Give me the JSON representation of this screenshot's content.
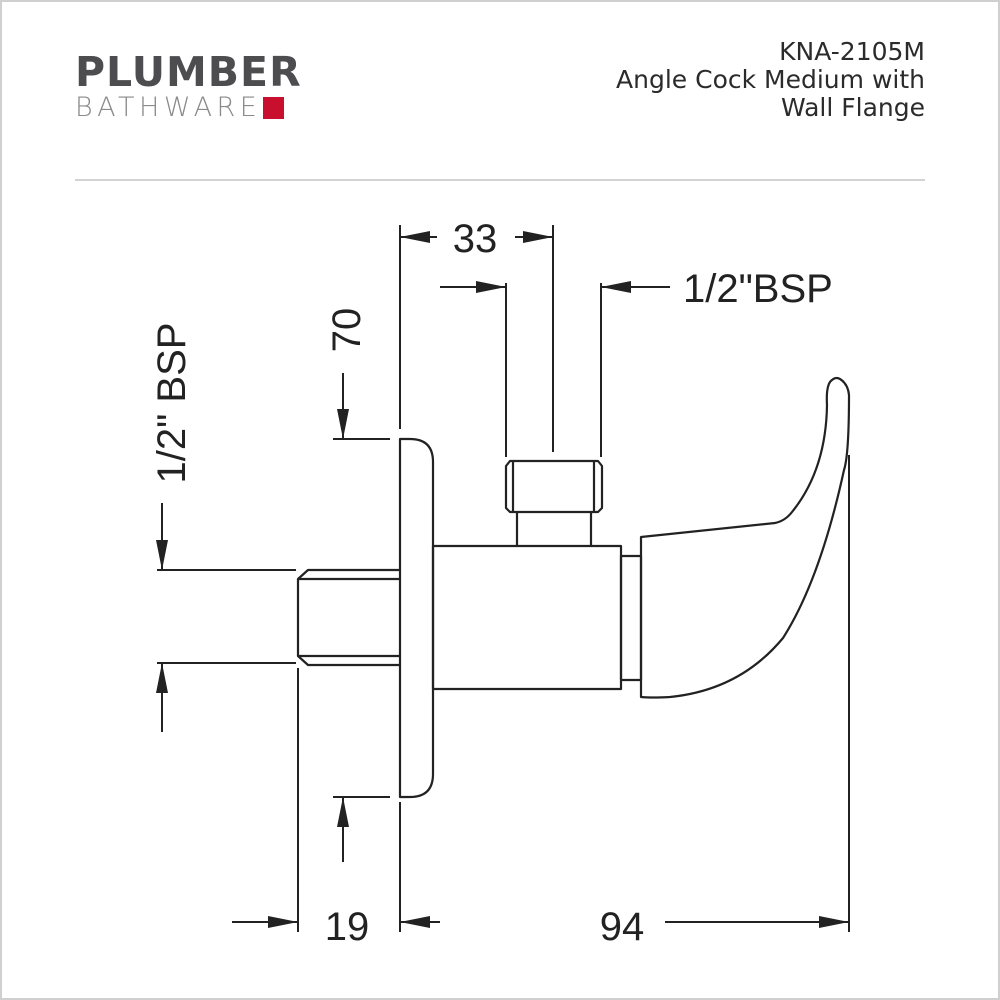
{
  "brand": {
    "line1": "PLUMBER",
    "line2": "BATHWARE",
    "accent_color": "#c8102e",
    "text_color": "#4d4d4f"
  },
  "product": {
    "code": "KNA-2105M",
    "name_line1": "Angle Cock Medium with",
    "name_line2": "Wall Flange"
  },
  "dimensions": {
    "outlet_spacing": "33",
    "outlet_thread": "1/2\"BSP",
    "flange_height": "70",
    "inlet_thread": "1/2\" BSP",
    "inlet_length": "19",
    "overall_depth": "94"
  }
}
